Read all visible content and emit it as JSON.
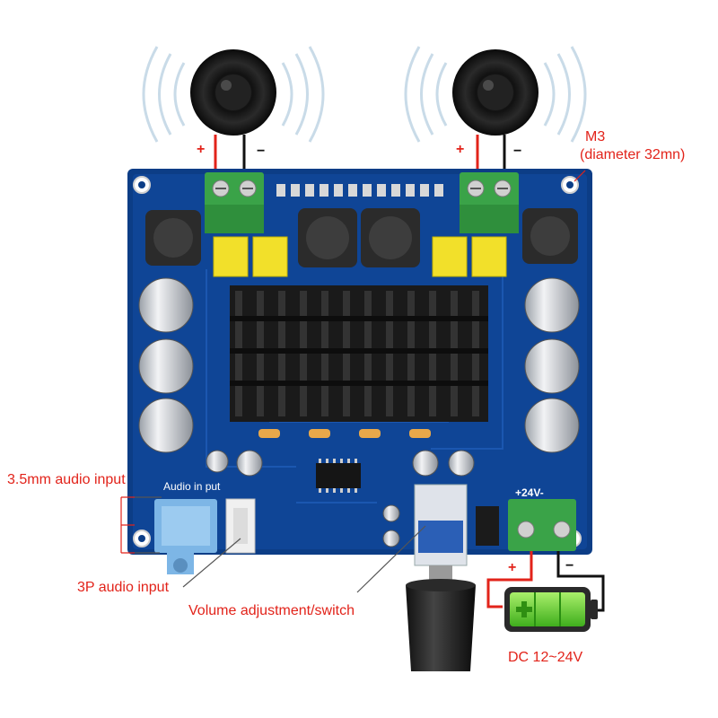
{
  "labels": {
    "mount_hole_title": "M3",
    "mount_hole_detail": "(diameter 32mn)",
    "audio_35": "3.5mm audio input",
    "audio_3p": "3P audio input",
    "volume": "Volume adjustment/switch",
    "power": "DC 12~24V"
  },
  "board_text": {
    "audio_in": "Audio in put",
    "power_in": "+24V-"
  },
  "polarity": {
    "plus": "+",
    "minus": "−"
  },
  "colors": {
    "label_red": "#e2231a",
    "pcb_blue": "#0c3d86",
    "terminal_green": "#3aa348",
    "battery_green": "#6fd63a"
  },
  "icons": [
    "speaker-left-icon",
    "speaker-right-icon",
    "battery-icon"
  ]
}
